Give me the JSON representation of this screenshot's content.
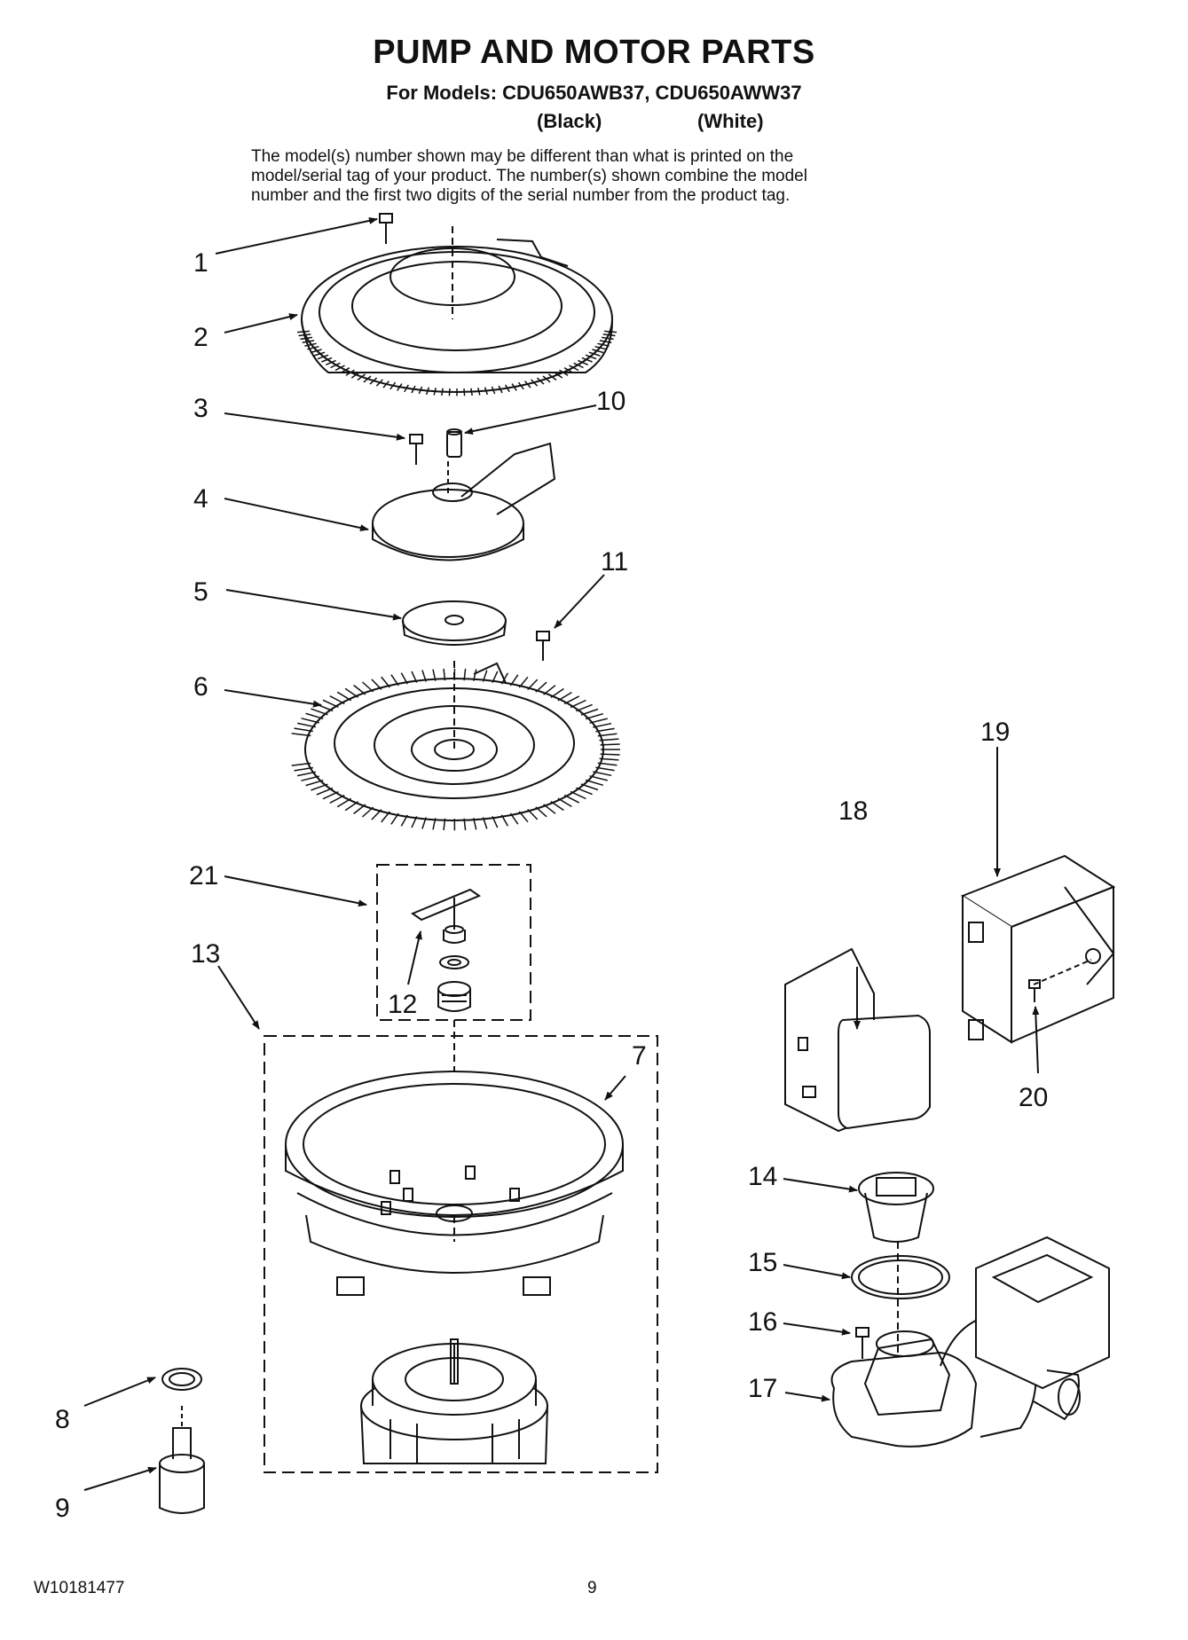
{
  "header": {
    "title": "PUMP AND MOTOR PARTS",
    "models": "For Models: CDU650AWB37, CDU650AWW37",
    "color_black": "(Black)",
    "color_white": "(White)"
  },
  "note": [
    "The model(s) number shown may be different than what is printed on the",
    "model/serial tag of your product. The number(s) shown combine the model",
    "number and the first two digits of the serial number from the product tag."
  ],
  "callouts": [
    "1",
    "2",
    "3",
    "4",
    "5",
    "6",
    "7",
    "8",
    "9",
    "10",
    "11",
    "12",
    "13",
    "14",
    "15",
    "16",
    "17",
    "18",
    "19",
    "20",
    "21"
  ],
  "footer": {
    "doc_number": "W10181477",
    "page_number": "9"
  }
}
